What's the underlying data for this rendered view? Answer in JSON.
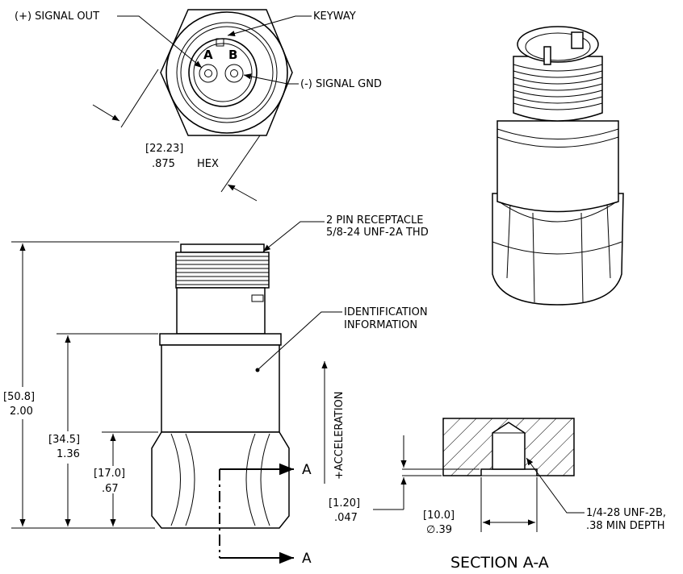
{
  "top_view": {
    "signal_out": "(+) SIGNAL OUT",
    "keyway": "KEYWAY",
    "signal_gnd": "(-) SIGNAL GND",
    "pin_a": "A",
    "pin_b": "B",
    "hex_metric": "[22.23]",
    "hex_imperial": ".875",
    "hex_label": "HEX"
  },
  "side_view": {
    "receptacle_line1": "2 PIN RECEPTACLE",
    "receptacle_line2": "5/8-24 UNF-2A THD",
    "ident_line1": "IDENTIFICATION",
    "ident_line2": "INFORMATION",
    "accel": "+ACCELERATION",
    "dim_total_metric": "[50.8]",
    "dim_total_imperial": "2.00",
    "dim_body_metric": "[34.5]",
    "dim_body_imperial": "1.36",
    "dim_hex_metric": "[17.0]",
    "dim_hex_imperial": ".67",
    "section_mark": "A"
  },
  "section_view": {
    "dim_recess_metric": "[1.20]",
    "dim_recess_imperial": ".047",
    "dim_dia_metric": "[10.0]",
    "dim_dia_imperial": "∅.39",
    "thread_line1": "1/4-28 UNF-2B,",
    "thread_line2": ".38 MIN DEPTH",
    "title": "SECTION A-A"
  }
}
